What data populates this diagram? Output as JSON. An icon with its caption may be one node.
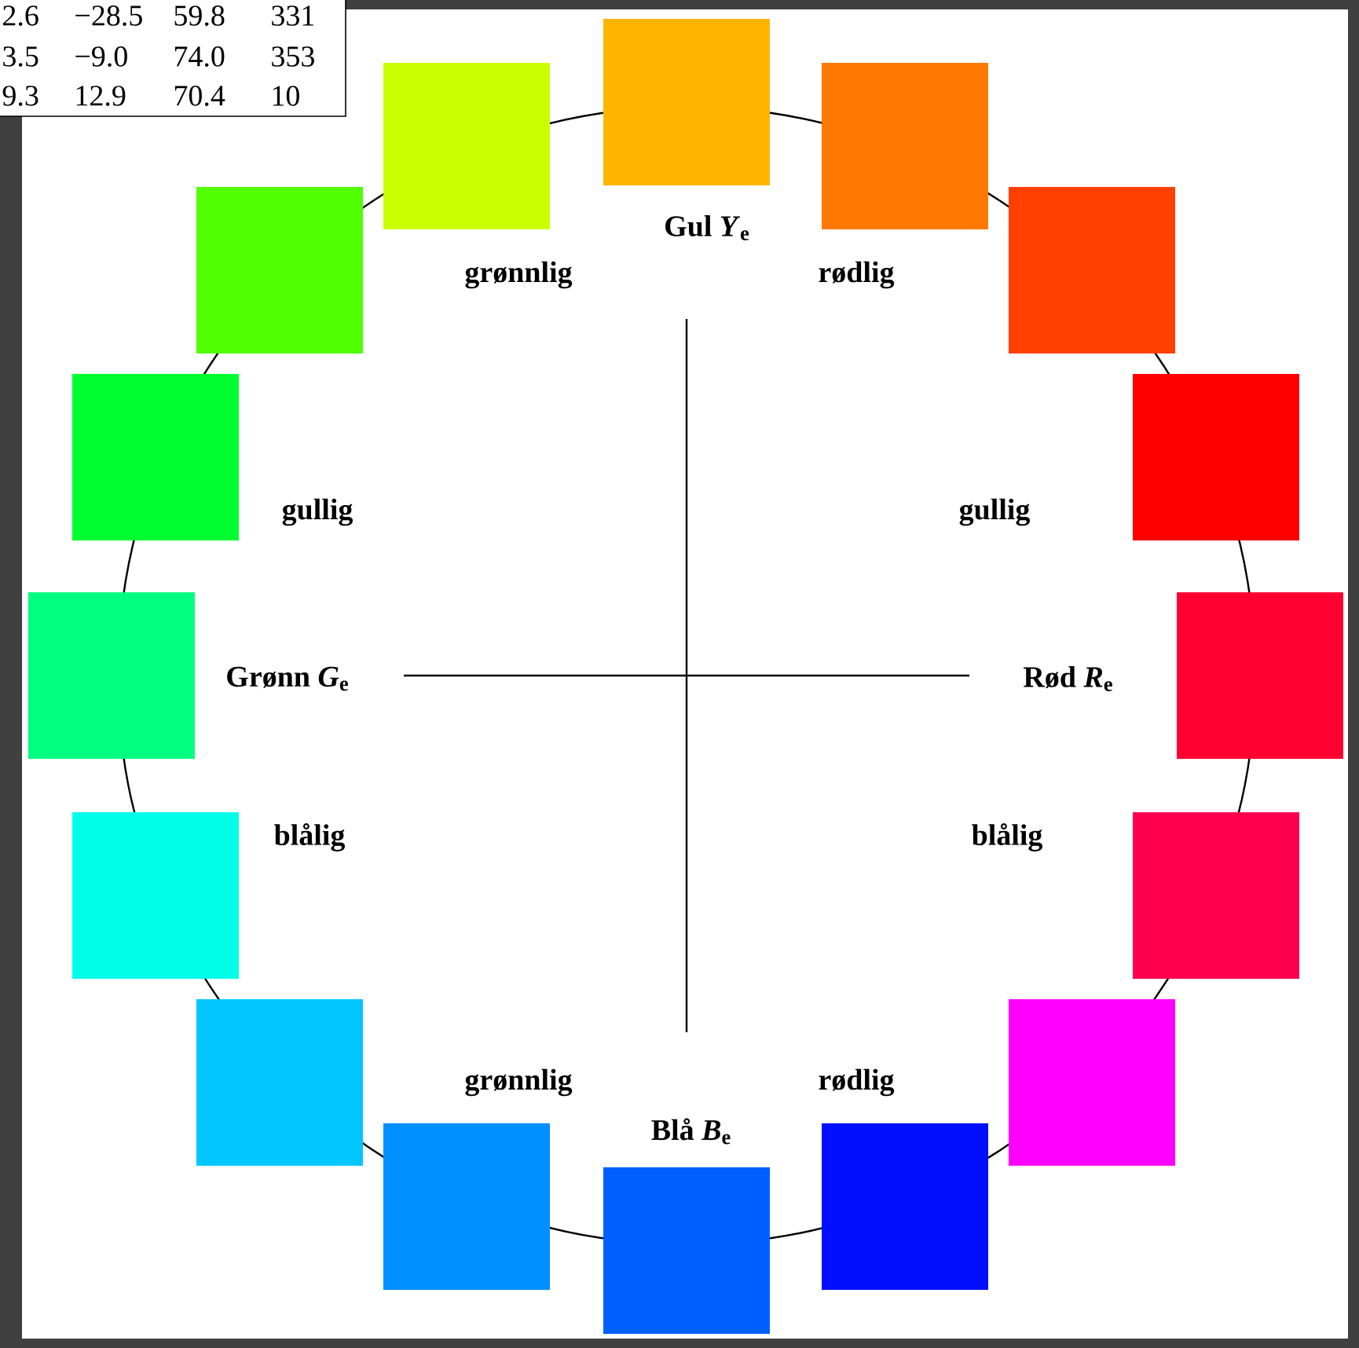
{
  "diagram": {
    "labels": [
      "2.6",
      "−28.5",
      "59.8",
      "331",
      "3.5",
      "−9.0",
      "74.0",
      "353",
      "9.3",
      "12.9",
      "70.4",
      "10",
      "Gul *Y*$_{e}$",
      "grønnlig",
      "rødlig",
      "gullig",
      "gullig",
      "Grønn *G*$_{e}$",
      "Rød *R*$_{e}$",
      "blålig",
      "blålig",
      "grønnlig",
      "rødlig",
      "Blå *B*$_{e}$"
    ]
  }
}
